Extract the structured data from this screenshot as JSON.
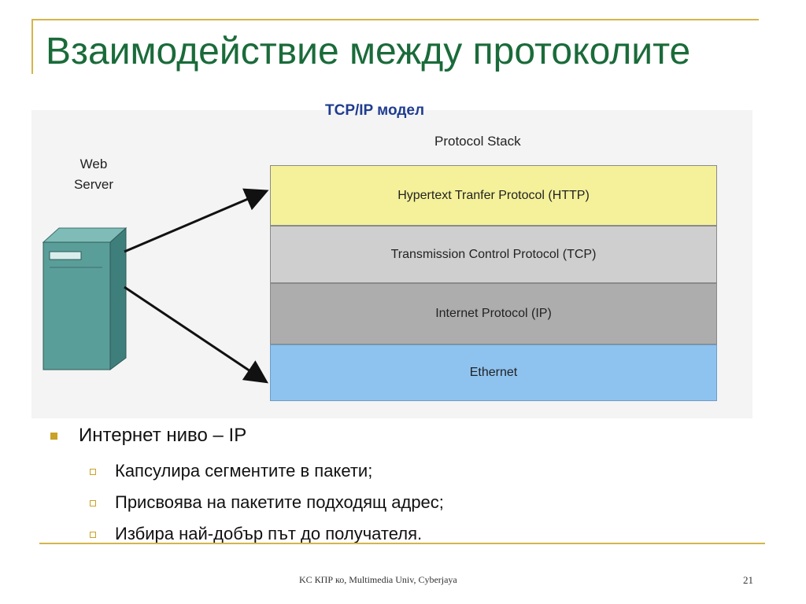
{
  "slide": {
    "title": "Взаимодействие между протоколите",
    "subtitle": "TCP/IP модел",
    "page_number": "21",
    "footer": "KC КПР ко, Мultimedia Univ, Cyberjaya"
  },
  "diagram": {
    "stack_title": "Protocol Stack",
    "server_label": [
      "Web",
      "Server"
    ],
    "layers": [
      {
        "label": "Hypertext Tranfer Protocol (HTTP)",
        "color": "#f5f19a"
      },
      {
        "label": "Transmission Control Protocol (TCP)",
        "color": "#cfcfcf"
      },
      {
        "label": "Internet Protocol (IP)",
        "color": "#adadad"
      },
      {
        "label": "Ethernet",
        "color": "#8ec3f0"
      }
    ]
  },
  "bullets": {
    "main": "Интернет ниво – IP",
    "subs": [
      "Капсулира сегментите в пакети;",
      "Присвоява на пакетите подходящ адрес;",
      "Избира най-добър път до получателя."
    ]
  },
  "colors": {
    "title": "#1a6b3a",
    "subtitle": "#1f3c8f",
    "accent_rule": "#d4b54a",
    "server": "#5a9e9a"
  }
}
